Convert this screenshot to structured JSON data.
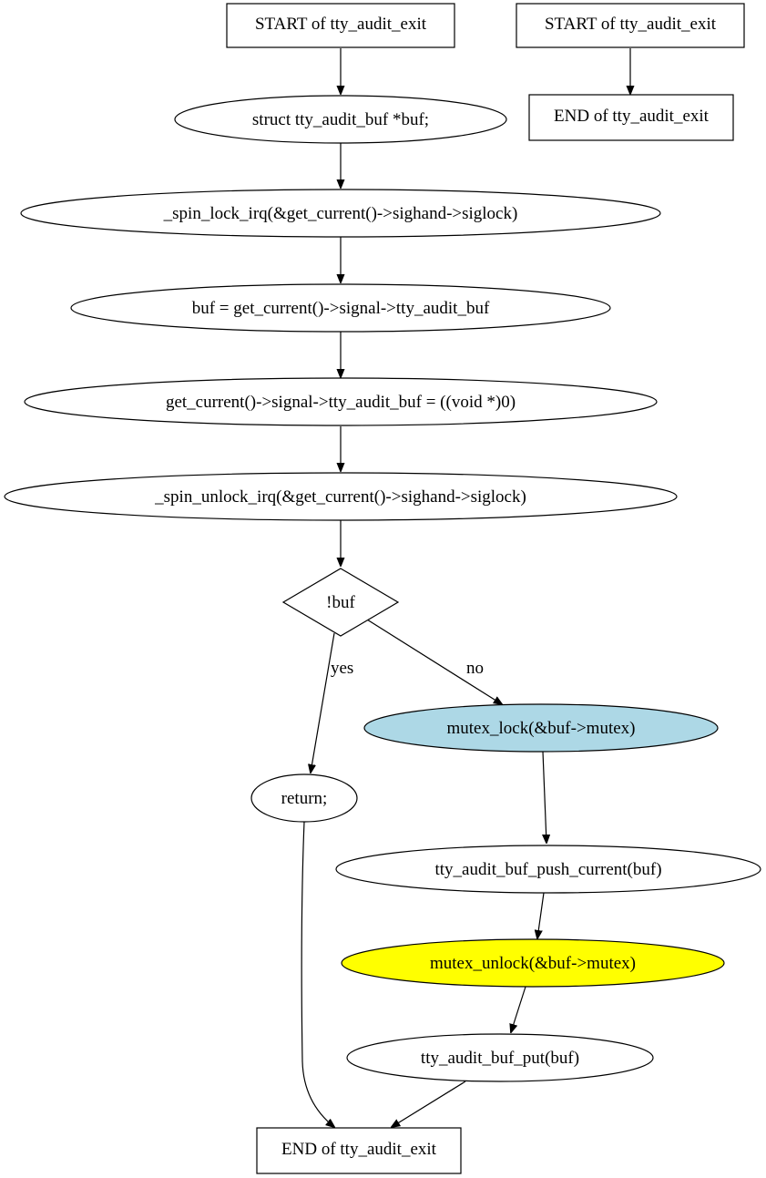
{
  "nodes": {
    "start_main": "START of tty_audit_exit",
    "start_alt": "START of tty_audit_exit",
    "end_alt": "END of tty_audit_exit",
    "decl_buf": "struct tty_audit_buf *buf;",
    "spin_lock": "_spin_lock_irq(&get_current()->sighand->siglock)",
    "assign_buf": "buf = get_current()->signal->tty_audit_buf",
    "clear_buf": "get_current()->signal->tty_audit_buf = ((void *)0)",
    "spin_unlock": "_spin_unlock_irq(&get_current()->sighand->siglock)",
    "cond_buf": "!buf",
    "return_stmt": "return;",
    "mutex_lock": "mutex_lock(&buf->mutex)",
    "push_current": "tty_audit_buf_push_current(buf)",
    "mutex_unlock": "mutex_unlock(&buf->mutex)",
    "buf_put": "tty_audit_buf_put(buf)",
    "end_main": "END of tty_audit_exit"
  },
  "edges": {
    "yes_label": "yes",
    "no_label": "no"
  },
  "colors": {
    "mutex_lock_fill": "#add8e6",
    "mutex_unlock_fill": "#ffff00",
    "default_fill": "#ffffff"
  }
}
